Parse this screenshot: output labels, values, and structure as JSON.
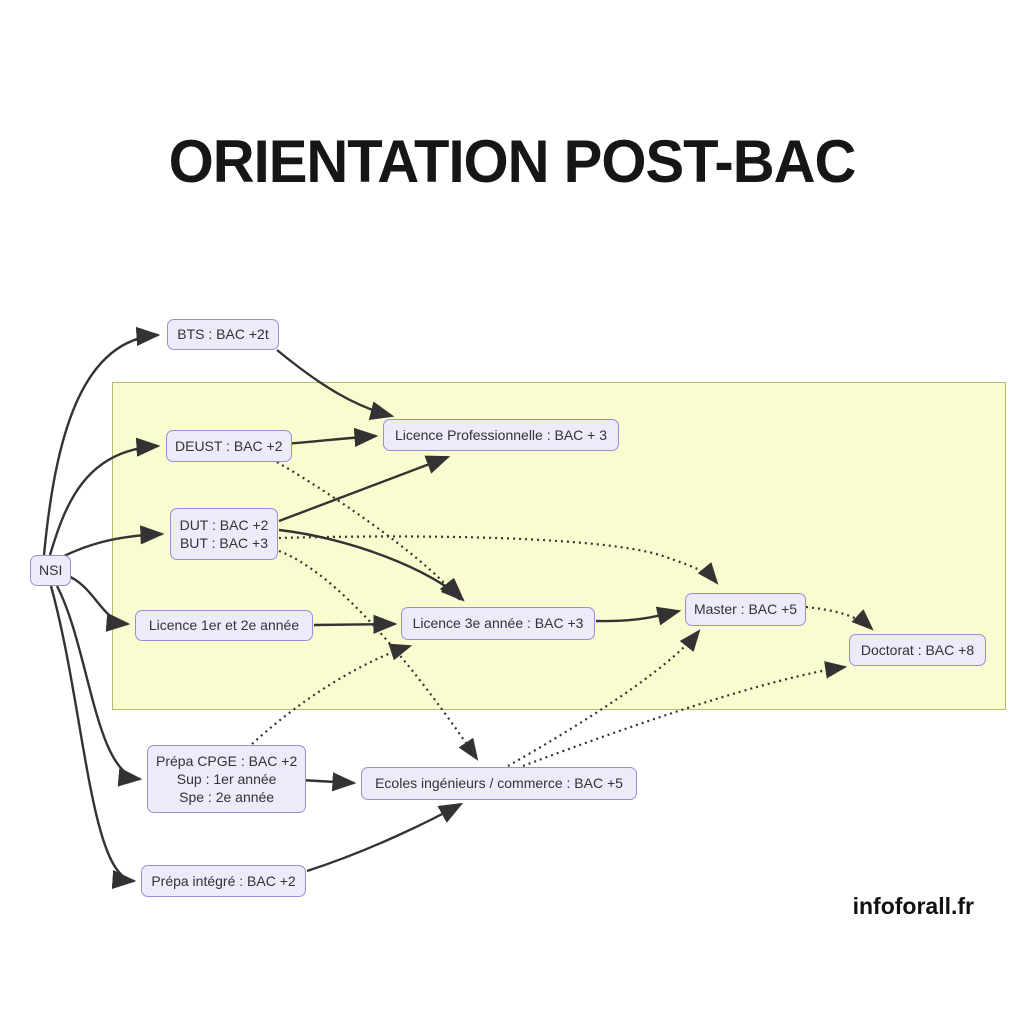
{
  "title": "ORIENTATION POST-BAC",
  "watermark": "infoforall.fr",
  "colors": {
    "node_fill": "#ECEBFA",
    "node_border": "#9C8CD9",
    "region_fill": "#FBFBD0",
    "region_border": "#BABA70",
    "edge": "#333333",
    "text": "#333333"
  },
  "nodes": {
    "nsi": {
      "label": "NSI"
    },
    "bts": {
      "label": "BTS : BAC +2t"
    },
    "deust": {
      "label": "DEUST : BAC +2"
    },
    "dut": {
      "lines": [
        "DUT : BAC +2",
        "BUT : BAC +3"
      ]
    },
    "licence12": {
      "label": "Licence 1er et 2e année"
    },
    "licencepro": {
      "label": "Licence Professionnelle : BAC + 3"
    },
    "licence3": {
      "label": "Licence 3e année : BAC +3"
    },
    "master": {
      "label": "Master : BAC +5"
    },
    "doctorat": {
      "label": "Doctorat : BAC +8"
    },
    "prepacpge": {
      "lines": [
        "Prépa CPGE : BAC +2",
        "Sup : 1er année",
        "Spe : 2e année"
      ]
    },
    "ecoles": {
      "label": "Ecoles ingénieurs / commerce : BAC +5"
    },
    "prepaintegre": {
      "label": "Prépa intégré : BAC +2"
    }
  },
  "edges": [
    {
      "from": "nsi",
      "to": "bts",
      "style": "solid"
    },
    {
      "from": "nsi",
      "to": "deust",
      "style": "solid"
    },
    {
      "from": "nsi",
      "to": "dut",
      "style": "solid"
    },
    {
      "from": "nsi",
      "to": "licence12",
      "style": "solid"
    },
    {
      "from": "nsi",
      "to": "prepacpge",
      "style": "solid"
    },
    {
      "from": "nsi",
      "to": "prepaintegre",
      "style": "solid"
    },
    {
      "from": "bts",
      "to": "licencepro",
      "style": "solid"
    },
    {
      "from": "deust",
      "to": "licencepro",
      "style": "solid"
    },
    {
      "from": "dut",
      "to": "licencepro",
      "style": "solid"
    },
    {
      "from": "dut",
      "to": "licence3",
      "style": "solid"
    },
    {
      "from": "licence12",
      "to": "licence3",
      "style": "solid"
    },
    {
      "from": "licence3",
      "to": "master",
      "style": "solid"
    },
    {
      "from": "prepacpge",
      "to": "ecoles",
      "style": "solid"
    },
    {
      "from": "prepaintegre",
      "to": "ecoles",
      "style": "solid"
    },
    {
      "from": "deust",
      "to": "licence3",
      "style": "dotted"
    },
    {
      "from": "dut",
      "to": "master",
      "style": "dotted"
    },
    {
      "from": "dut",
      "to": "ecoles",
      "style": "dotted"
    },
    {
      "from": "prepacpge",
      "to": "licence3",
      "style": "dotted"
    },
    {
      "from": "ecoles",
      "to": "master",
      "style": "dotted"
    },
    {
      "from": "ecoles",
      "to": "doctorat",
      "style": "dotted"
    },
    {
      "from": "master",
      "to": "doctorat",
      "style": "dotted"
    }
  ]
}
